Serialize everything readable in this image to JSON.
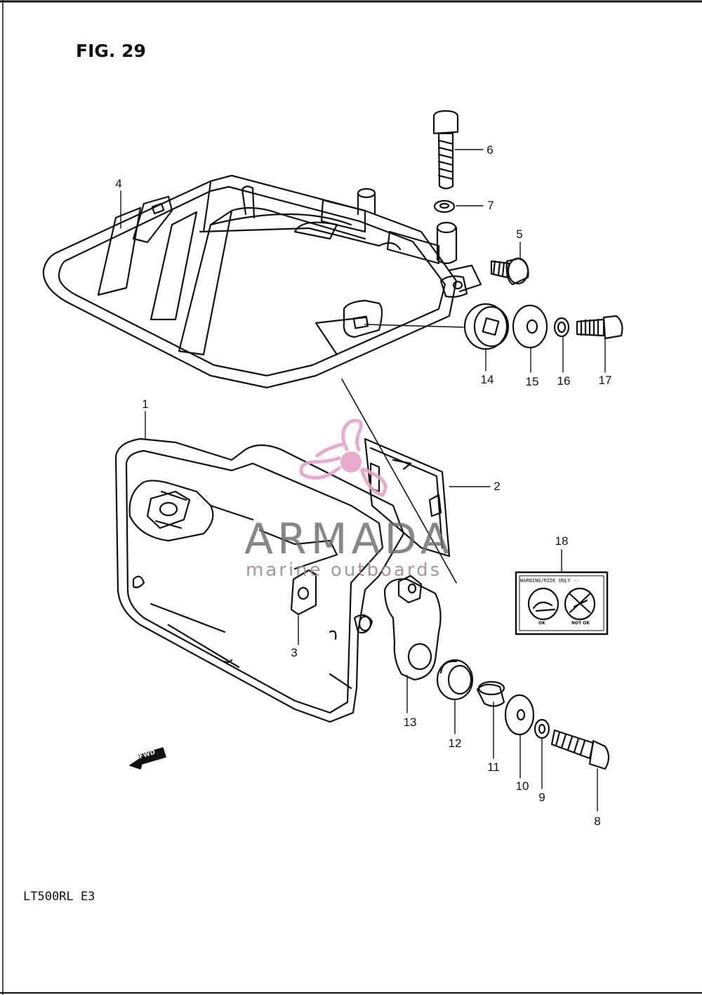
{
  "figure": {
    "title": "FIG. 29",
    "model_code": "LT500RL  E3"
  },
  "watermark": {
    "brand": "ARMADA",
    "tagline": "marine outboards",
    "accent_color": "#e6a3c8",
    "logo_icon": "propeller-icon"
  },
  "callouts": [
    "1",
    "2",
    "3",
    "4",
    "5",
    "6",
    "7",
    "8",
    "9",
    "10",
    "11",
    "12",
    "13",
    "14",
    "15",
    "16",
    "17",
    "18"
  ],
  "warning_label": {
    "header": "WARNING/RIDE ONLY --",
    "ok_text": "OK",
    "not_ok_text": "NOT OK"
  },
  "direction_marker": {
    "text": "FWD",
    "icon": "forward-arrow-icon"
  },
  "colors": {
    "line": "#111111",
    "paper": "#ffffff"
  }
}
